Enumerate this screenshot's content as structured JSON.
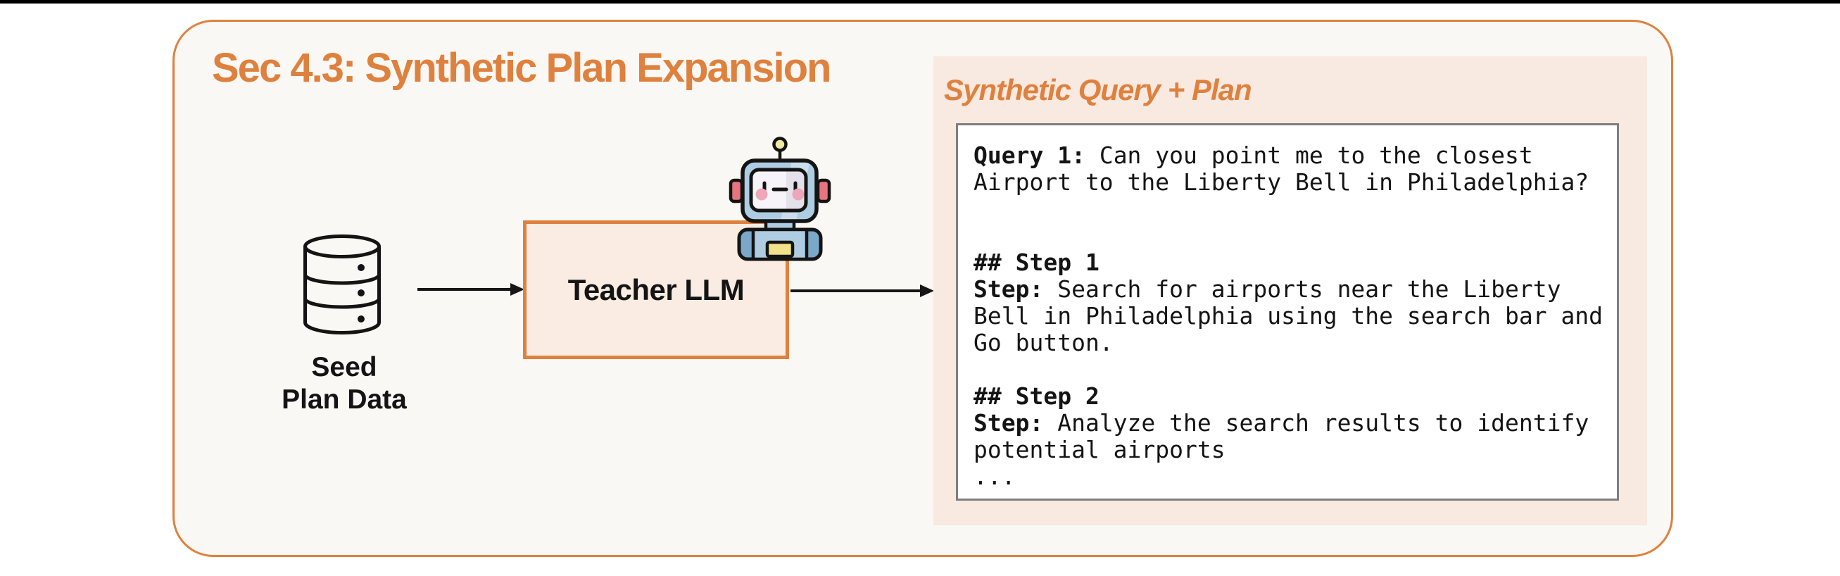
{
  "colors": {
    "accent_orange": "#DF813E",
    "frame_bg": "#FAF8F4",
    "teacher_box_bg": "#FAECE2",
    "panel_bg": "#F8E9E1",
    "code_box_bg": "#FFFFFF",
    "code_box_border": "#7E7E7E",
    "text_black": "#141414",
    "top_bar": "#000000"
  },
  "icons": {
    "seed": "database-icon",
    "teacher": "robot-icon"
  },
  "diagram": {
    "title": "Sec 4.3: Synthetic Plan Expansion",
    "seed": {
      "label": "Seed\nPlan Data"
    },
    "teacher": {
      "label": "Teacher LLM"
    },
    "panel": {
      "title": "Synthetic Query + Plan",
      "code": {
        "segments": [
          {
            "bold": true,
            "text": "Query 1:"
          },
          {
            "bold": false,
            "text": " Can you point me to the closest\nAirport to the Liberty Bell in Philadelphia?\n\n\n"
          },
          {
            "bold": true,
            "text": "## Step 1"
          },
          {
            "bold": false,
            "text": "\n"
          },
          {
            "bold": true,
            "text": "Step:"
          },
          {
            "bold": false,
            "text": " Search for airports near the Liberty\nBell in Philadelphia using the search bar and\nGo button.\n\n"
          },
          {
            "bold": true,
            "text": "## Step 2"
          },
          {
            "bold": false,
            "text": "\n"
          },
          {
            "bold": true,
            "text": "Step:"
          },
          {
            "bold": false,
            "text": " Analyze the search results to identify\npotential airports\n..."
          }
        ]
      }
    }
  }
}
